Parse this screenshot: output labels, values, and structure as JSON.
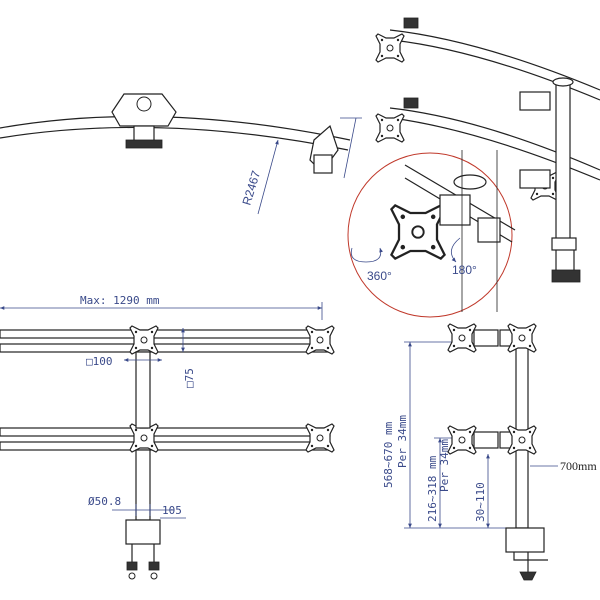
{
  "dimensions": {
    "radius": "R2467",
    "max_width": "Max: 1290  mm",
    "vesa_width": "□100",
    "vesa_height": "□75",
    "pole_diameter": "Ø50.8",
    "clamp_depth": "105",
    "height_range_total": "568~670 mm",
    "height_range_total_step": "Per  34mm",
    "height_range_lower": "216~318 mm",
    "height_range_lower_step": "Per  34mm",
    "clamp_range": "30~110",
    "pole_height": "700mm"
  },
  "rotations": {
    "rotation_360": "360°",
    "tilt_180": "180°"
  },
  "icons": [
    "vesa-plate-icon",
    "clamp-icon",
    "rotation-arrow-icon"
  ],
  "colors": {
    "ink": "#222222",
    "dimension": "#3a4a8a",
    "detail_circle": "#c0392b"
  }
}
